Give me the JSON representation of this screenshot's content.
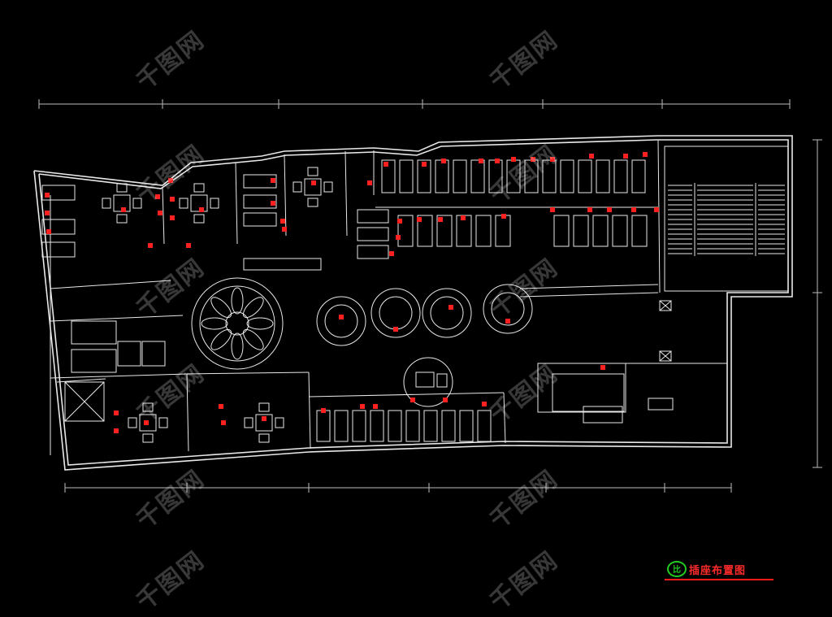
{
  "drawing": {
    "title": "插座布置图",
    "badge_text": "比",
    "line_color": "#ffffff",
    "outlet_color": "#ff2020",
    "title_color": "#ff2a2a",
    "badge_color": "#22cc22"
  },
  "watermark": {
    "text": "千图网"
  }
}
